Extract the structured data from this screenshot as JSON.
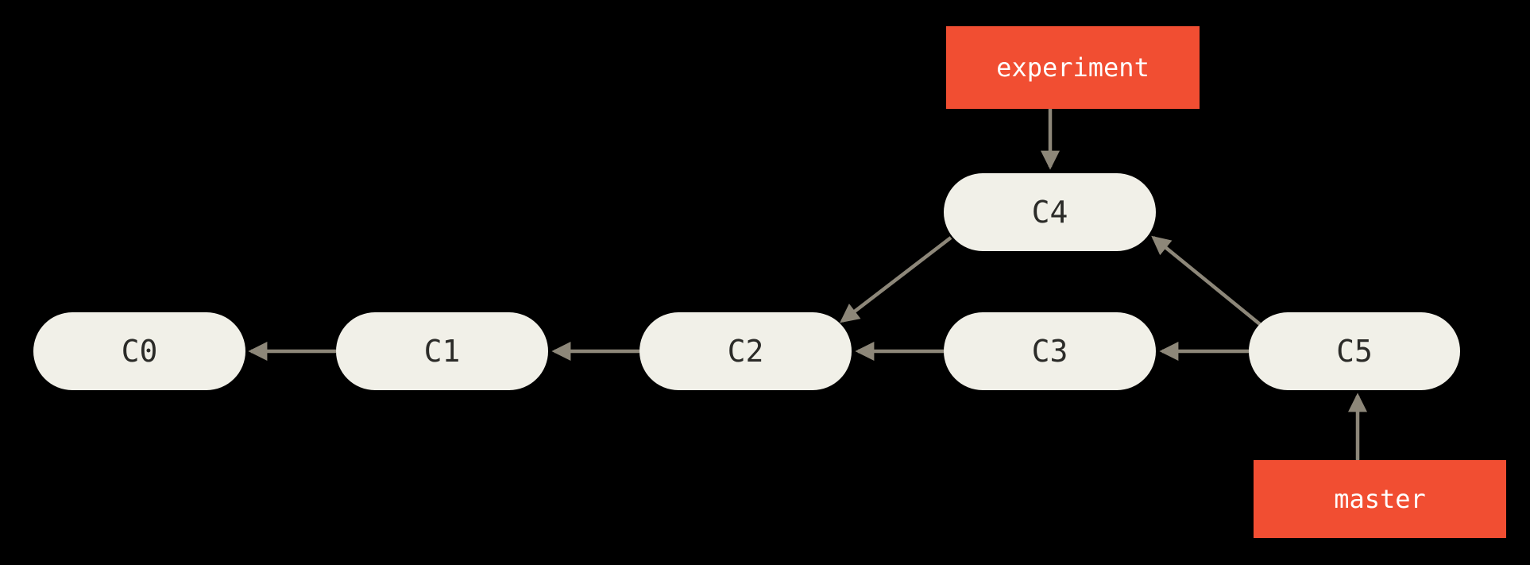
{
  "diagram": {
    "kind": "git-commit-graph",
    "background": "#000000"
  },
  "nodes": [
    {
      "id": "C0",
      "label": "C0"
    },
    {
      "id": "C1",
      "label": "C1"
    },
    {
      "id": "C2",
      "label": "C2"
    },
    {
      "id": "C3",
      "label": "C3"
    },
    {
      "id": "C4",
      "label": "C4"
    },
    {
      "id": "C5",
      "label": "C5"
    }
  ],
  "branches": [
    {
      "name": "experiment",
      "label": "experiment",
      "points_to": "C4"
    },
    {
      "name": "master",
      "label": "master",
      "points_to": "C5"
    }
  ],
  "edges": [
    {
      "from": "C1",
      "to": "C0"
    },
    {
      "from": "C2",
      "to": "C1"
    },
    {
      "from": "C3",
      "to": "C2"
    },
    {
      "from": "C5",
      "to": "C3"
    },
    {
      "from": "C4",
      "to": "C2"
    },
    {
      "from": "C5",
      "to": "C4"
    },
    {
      "from": "experiment",
      "to": "C4"
    },
    {
      "from": "master",
      "to": "C5"
    }
  ],
  "colors": {
    "background": "#000000",
    "commit_fill": "#f1f0e8",
    "commit_text": "#2b2b28",
    "branch_fill": "#f14e32",
    "branch_text": "#ffffff",
    "arrow": "#8d8779"
  }
}
